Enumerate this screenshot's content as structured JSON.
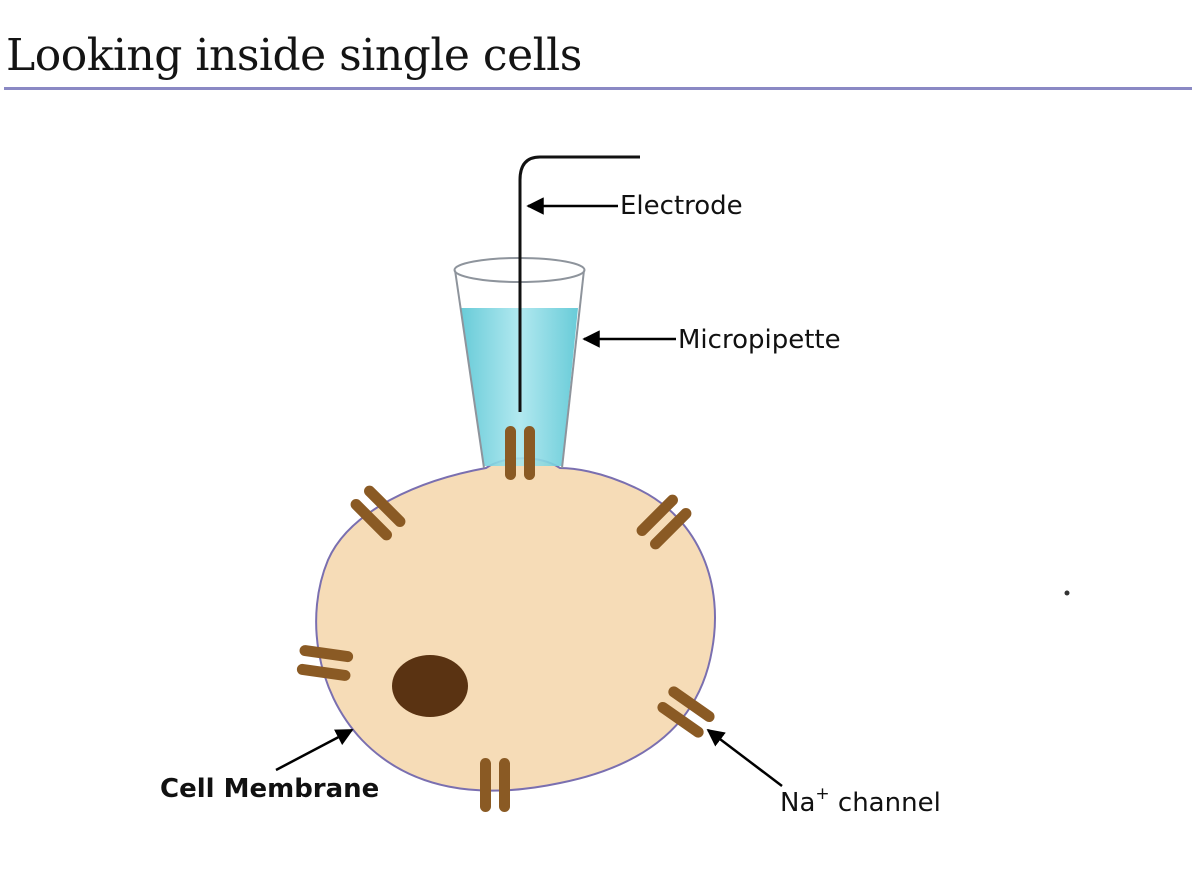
{
  "slide": {
    "title": "Looking inside single cells"
  },
  "diagram": {
    "labels": {
      "electrode": "Electrode",
      "micropipette": "Micropipette",
      "cell_membrane": "Cell Membrane",
      "na_channel_base": "Na",
      "na_channel_sup": "+",
      "na_channel_rest": " channel"
    },
    "colors": {
      "cell_fill": "#f6dcb7",
      "cell_outline": "#7a6fb0",
      "nucleus": "#5a3312",
      "channel": "#8a5a24",
      "pipette_fluid": "#7fd6e0",
      "pipette_glass": "#9aa0a8",
      "title_rule": "#8a89c4"
    }
  }
}
